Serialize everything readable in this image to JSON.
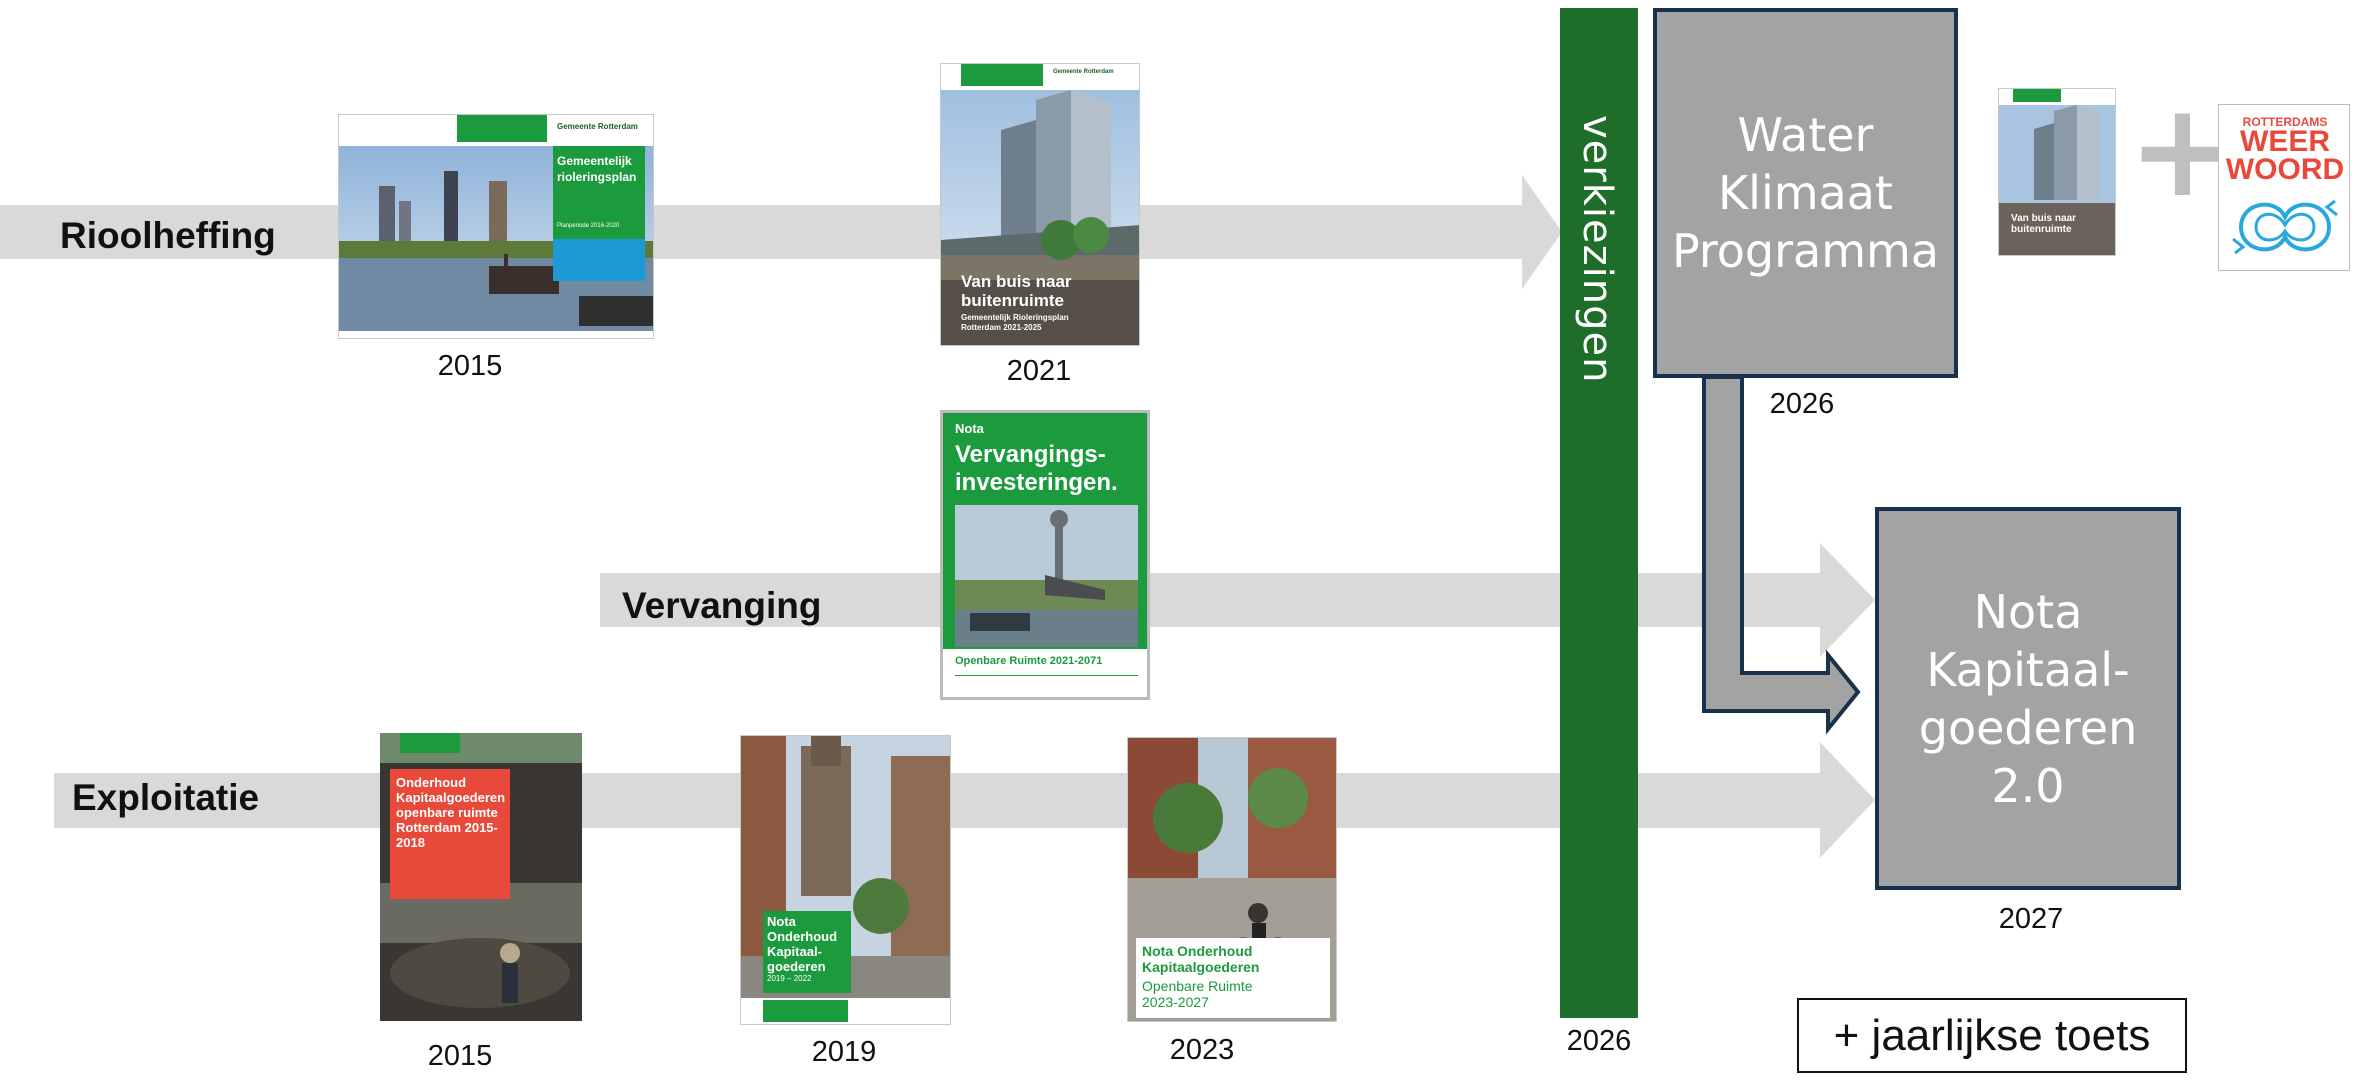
{
  "lanes": {
    "rioolheffing": "Rioolheffing",
    "vervanging": "Vervanging",
    "exploitatie": "Exploitatie"
  },
  "years": {
    "grp2015": "2015",
    "grp2021": "2021",
    "wkp2026": "2026",
    "onderhoud2015": "2015",
    "nota2019": "2019",
    "nota2023": "2023",
    "verkiezingen2026": "2026",
    "nkg2027": "2027"
  },
  "vertical_bar": {
    "label": "verkiezingen",
    "color": "#1e6e2a"
  },
  "boxes": {
    "wkp": [
      "Water",
      "Klimaat",
      "Programma"
    ],
    "nkg": [
      "Nota",
      "Kapitaal-",
      "goederen",
      "2.0"
    ]
  },
  "note": "+ jaarlijkse toets",
  "plus_sign": "+",
  "documents": {
    "grp2015": {
      "title": "Gemeentelijk rioleringsplan",
      "period": "Planperiode 2016-2020",
      "org": "Gemeente Rotterdam"
    },
    "grp2021": {
      "title": "Van buis naar buitenruimte",
      "subtitle": "Gemeentelijk Rioleringsplan Rotterdam 2021-2025",
      "org": "Gemeente Rotterdam"
    },
    "vervanging": {
      "tag": "Nota",
      "title": "Vervangings-investeringen.",
      "footer": "Openbare Ruimte 2021-2071"
    },
    "onderhoud2015": {
      "title": "Onderhoud Kapitaalgoederen openbare ruimte Rotterdam 2015-2018"
    },
    "nota2019": {
      "title": "Nota Onderhoud Kapitaal-goederen",
      "years": "2019 – 2022"
    },
    "nota2023": {
      "title": "Nota Onderhoud Kapitaalgoederen",
      "subtitle": "Openbare Ruimte 2023-2027"
    },
    "weerwoord": {
      "line1": "ROTTERDAMS",
      "line2": "WEER",
      "line3": "WOORD"
    }
  },
  "colors": {
    "arrow": "#d9d9d9",
    "box": "#a3a3a3",
    "box_border": "#17324a",
    "green": "#1e6e2a",
    "doc_green": "#1b9a3e"
  }
}
